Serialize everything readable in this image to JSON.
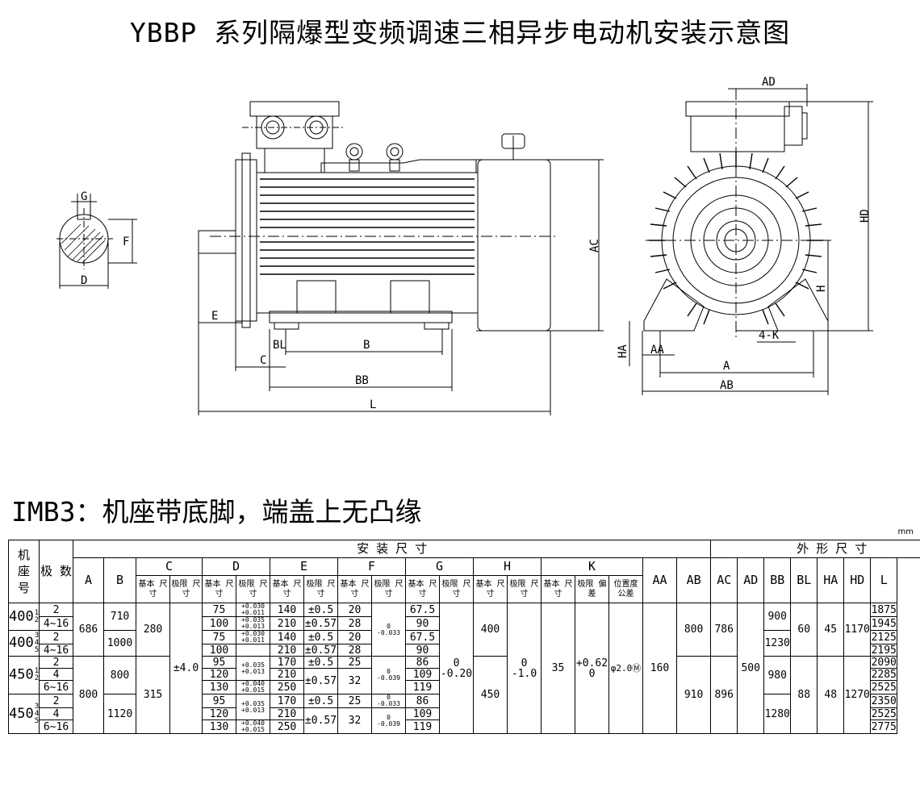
{
  "title": "YBBP 系列隔爆型变频调速三相异步电动机安装示意图",
  "subtitle": "IMB3：机座带底脚，端盖上无凸缘",
  "unit": "mm",
  "dimension_labels": {
    "shaft_section": [
      "G",
      "F",
      "D"
    ],
    "side_view": [
      "E",
      "BL",
      "B",
      "C",
      "BB",
      "L",
      "AC"
    ],
    "end_view": [
      "AD",
      "HD",
      "H",
      "4-K",
      "HA",
      "AA",
      "A",
      "AB"
    ]
  },
  "table": {
    "group_install": "安 装 尺 寸",
    "group_outline": "外 形 尺 寸",
    "col_frame": "机 座 号",
    "col_poles": "极 数",
    "col_A": "A",
    "col_B": "B",
    "col_C": "C",
    "col_D": "D",
    "col_E": "E",
    "col_F": "F",
    "col_G": "G",
    "col_H": "H",
    "col_K": "K",
    "col_AA": "AA",
    "col_AB": "AB",
    "col_AC": "AC",
    "col_AD": "AD",
    "col_BB": "BB",
    "col_BL": "BL",
    "col_HA": "HA",
    "col_HD": "HD",
    "col_L": "L",
    "sub_basic": "基本 尺寸",
    "sub_limit": "极限 尺寸",
    "sub_limit_dev": "极限 偏差",
    "sub_position": "位置度 公差",
    "frames": [
      {
        "main": "400",
        "sup": "1",
        "sub": "2"
      },
      {
        "main": "400",
        "sup": "3",
        "sub": "4",
        "sub2": "5"
      },
      {
        "main": "450",
        "sup": "1",
        "sub": "2"
      },
      {
        "main": "450",
        "sup": "3",
        "sub": "4",
        "sub2": "5"
      }
    ],
    "poles": [
      "2",
      "4~16",
      "2",
      "4~16",
      "2",
      "4",
      "6~16",
      "2",
      "4",
      "6~16"
    ],
    "A": [
      "686",
      "800"
    ],
    "B": [
      "710",
      "1000",
      "800",
      "1120"
    ],
    "C": [
      "280",
      "315"
    ],
    "C_limit": "±4.0",
    "D": [
      "75",
      "100",
      "75",
      "100",
      "95",
      "120",
      "130",
      "95",
      "120",
      "130"
    ],
    "D_limit": [
      [
        "+0.030",
        "+0.011"
      ],
      [
        "+0.035",
        "+0.013"
      ],
      [
        "+0.030",
        "+0.011"
      ],
      [
        "+0.035",
        "+0.013"
      ],
      [
        "+0.040",
        "+0.015"
      ],
      [
        "+0.035",
        "+0.013"
      ],
      [
        "+0.040",
        "+0.015"
      ]
    ],
    "E": [
      "140",
      "210",
      "140",
      "210",
      "170",
      "210",
      "250",
      "170",
      "210",
      "250"
    ],
    "E_limit": [
      "±0.5",
      "±0.57",
      "±0.5",
      "±0.57",
      "±0.5",
      "±0.57",
      "±0.5",
      "±0.57"
    ],
    "F": [
      "20",
      "28",
      "20",
      "28",
      "25",
      "32",
      "25",
      "32"
    ],
    "F_limit": [
      [
        "0",
        "-0.033"
      ],
      [
        "0",
        "-0.039"
      ],
      [
        "0",
        "-0.033"
      ],
      [
        "0",
        "-0.039"
      ]
    ],
    "G": [
      "67.5",
      "90",
      "67.5",
      "90",
      "86",
      "109",
      "119",
      "86",
      "109",
      "119"
    ],
    "G_limit": [
      "0",
      "-0.20"
    ],
    "H": [
      "400",
      "450"
    ],
    "H_limit": [
      "0",
      "-1.0"
    ],
    "K": "35",
    "K_limit": [
      "+0.62",
      "0"
    ],
    "K_position": "φ2.0Ⓜ",
    "AA": "160",
    "AB": [
      "800",
      "910"
    ],
    "AC": [
      "786",
      "896"
    ],
    "AD": "500",
    "BB": [
      "900",
      "1230",
      "980",
      "1280"
    ],
    "BL": [
      "60",
      "88"
    ],
    "HA": [
      "45",
      "48"
    ],
    "HD": [
      "1170",
      "1270"
    ],
    "L": [
      "1875",
      "1945",
      "2125",
      "2195",
      "2090",
      "2285",
      "2525",
      "2350",
      "2525",
      "2775"
    ]
  }
}
